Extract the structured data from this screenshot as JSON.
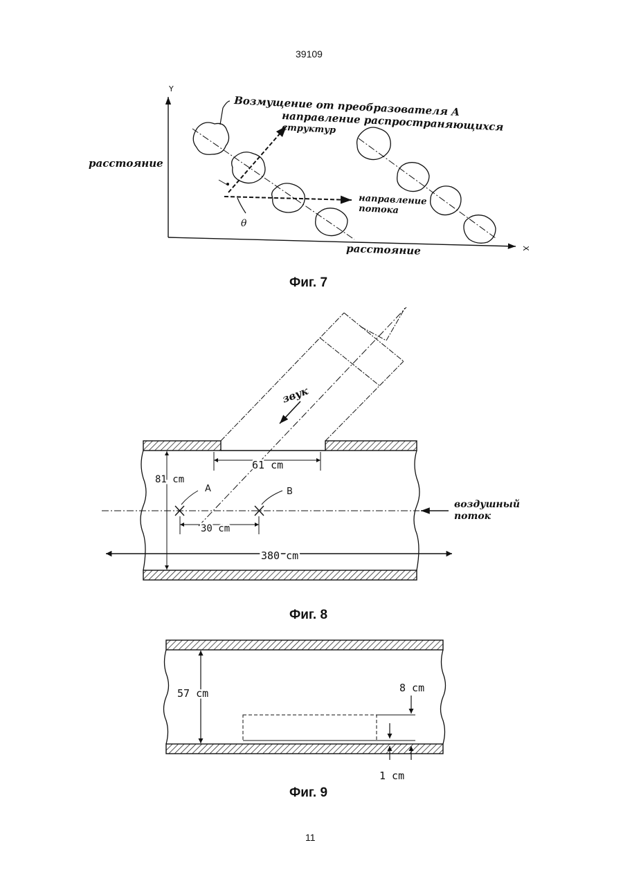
{
  "header": {
    "doc_number": "39109"
  },
  "footer": {
    "page_number": "11"
  },
  "fig7": {
    "caption": "Фиг. 7",
    "axis_y": "Y",
    "axis_x": "X",
    "label_disturbance": "Возмущение от преобразователя A",
    "label_direction_1": "направление распространяющихся",
    "label_direction_2": "структур",
    "label_distance_y": "расстояние",
    "label_flow_1": "направление",
    "label_flow_2": "потока",
    "label_theta": "θ",
    "label_distance_x": "расстояние"
  },
  "fig8": {
    "caption": "Фиг. 8",
    "label_sound": "звук",
    "dim_61": "61 cm",
    "dim_81": "81 cm",
    "point_a": "A",
    "point_b": "B",
    "dim_30": "30 cm",
    "dim_380": "380 cm",
    "label_airflow_1": "воздушный",
    "label_airflow_2": "поток"
  },
  "fig9": {
    "caption": "Фиг. 9",
    "dim_57": "57 cm",
    "dim_8": "8 cm",
    "dim_1": "1 cm"
  },
  "colors": {
    "ink": "#111111",
    "paper": "#ffffff"
  }
}
